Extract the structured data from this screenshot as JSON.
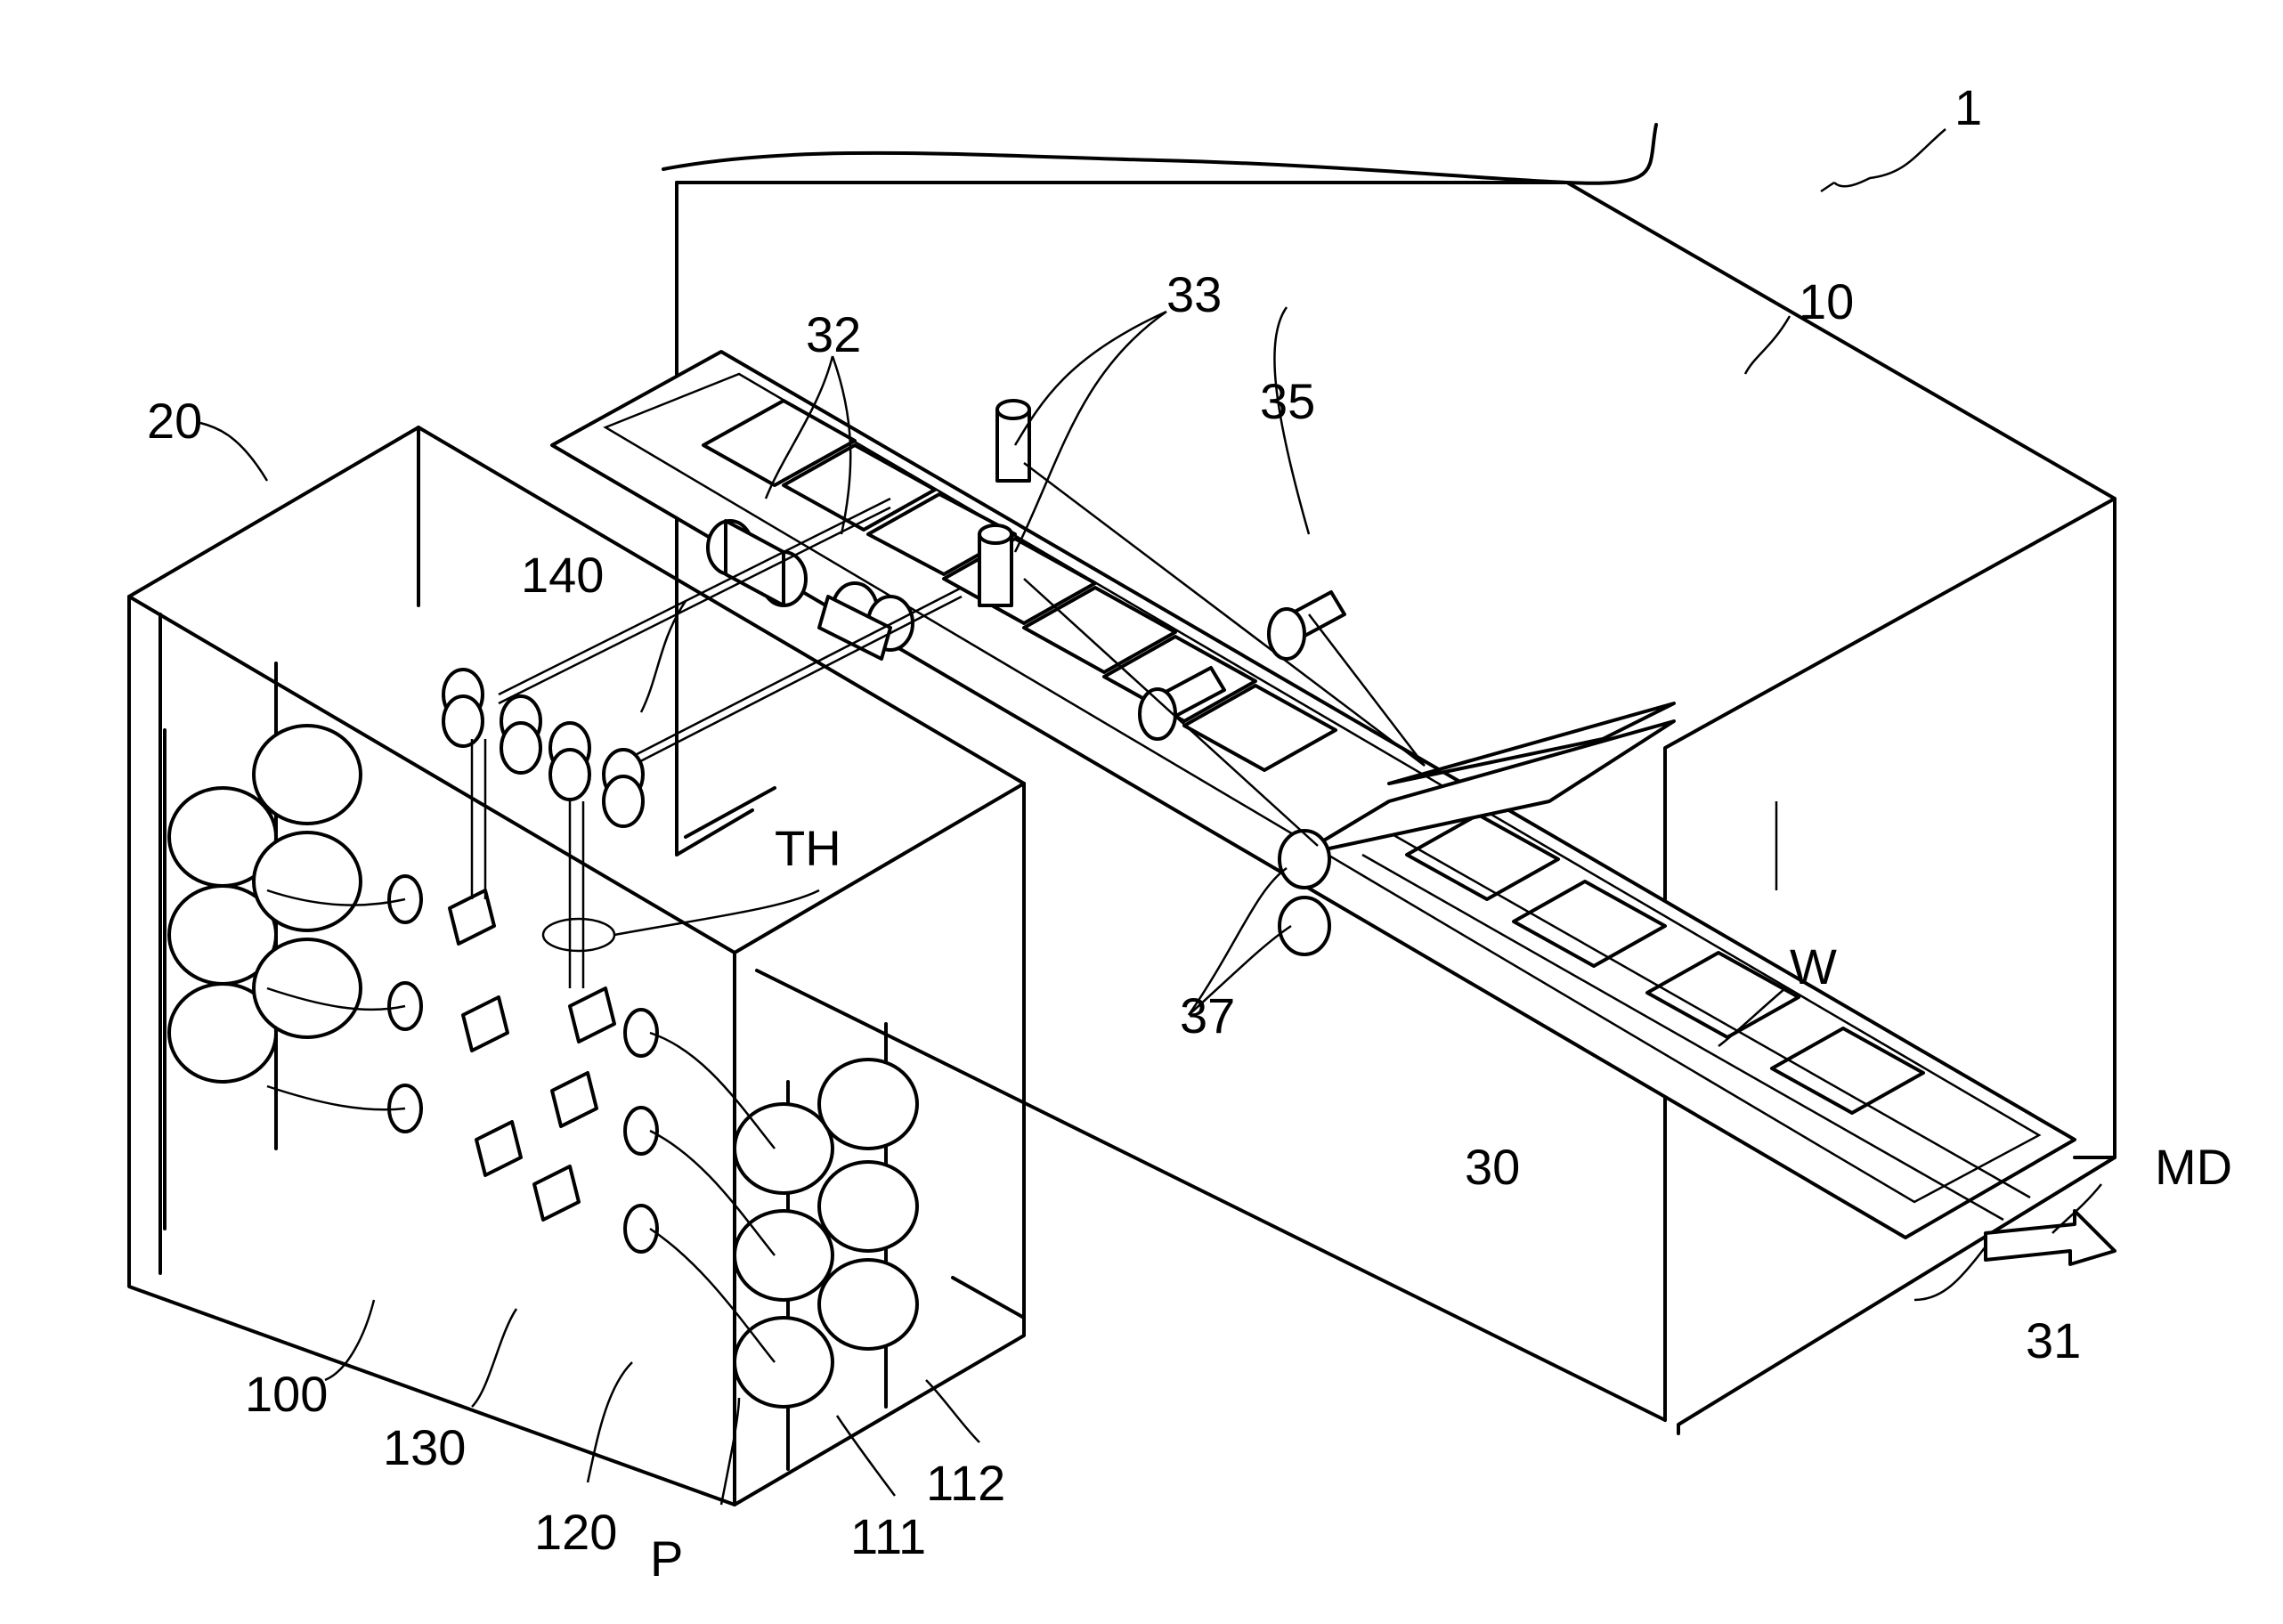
{
  "labels": {
    "l1": "1",
    "l10": "10",
    "l20": "20",
    "l30": "30",
    "l31": "31",
    "l32": "32",
    "l33": "33",
    "l35": "35",
    "l37": "37",
    "l100": "100",
    "l111": "111",
    "l112": "112",
    "l120": "120",
    "l130": "130",
    "l140": "140",
    "lTH": "TH",
    "lW": "W",
    "lP": "P",
    "lMD": "MD"
  }
}
